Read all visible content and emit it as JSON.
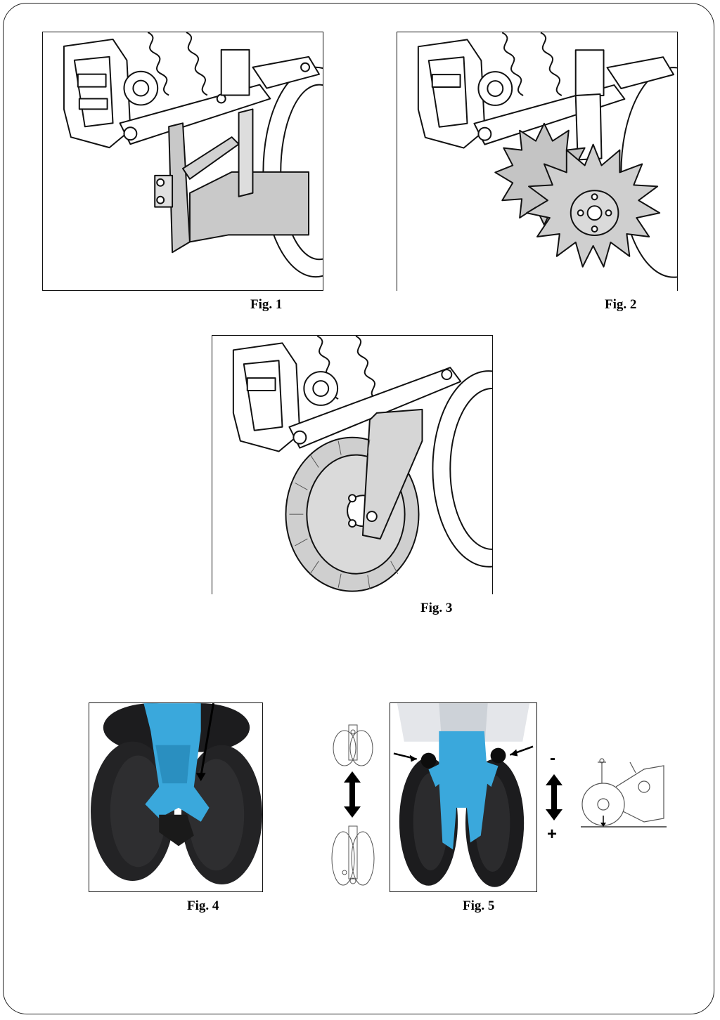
{
  "figures": {
    "fig1": {
      "caption": "Fig. 1",
      "subject": "runner-coulter-illustration"
    },
    "fig2": {
      "caption": "Fig. 2",
      "subject": "star-wheel-clod-remover-illustration"
    },
    "fig3": {
      "caption": "Fig. 3",
      "subject": "fluted-disc-coulter-illustration"
    },
    "fig4": {
      "caption": "Fig. 4",
      "subject": "press-wheels-photo"
    },
    "fig5": {
      "caption": "Fig. 5",
      "subject": "press-wheels-adjustment-photo"
    }
  },
  "adjustment": {
    "minus_symbol": "-",
    "plus_symbol": "+"
  },
  "colors": {
    "frame_blue": "#3aa8dc",
    "wheel_black": "#1c1c1e",
    "part_grey": "#c9c9c9",
    "line": "#111111"
  }
}
